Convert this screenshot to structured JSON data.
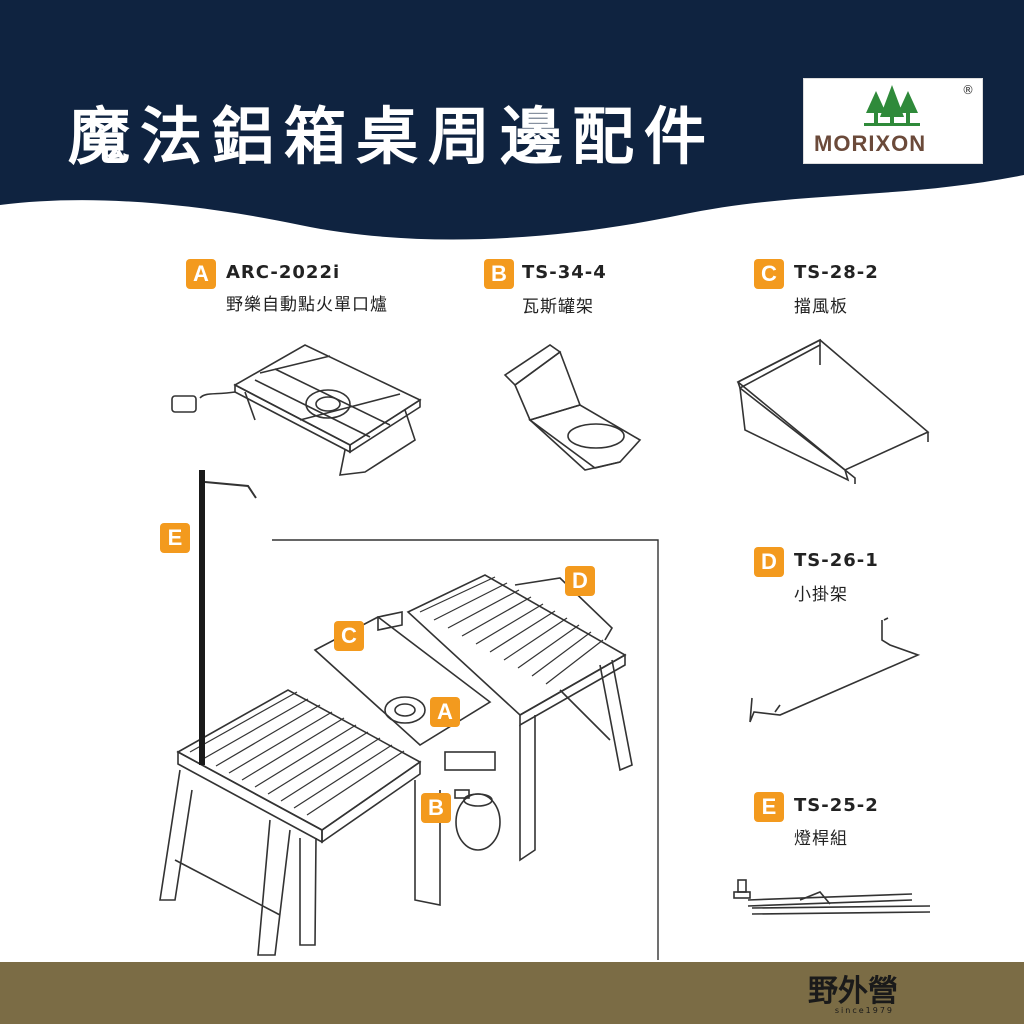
{
  "header": {
    "title": "魔法鋁箱桌周邊配件",
    "brand": "MORIXON",
    "brand_mark": "®",
    "bg_color": "#0f2340"
  },
  "accessories": [
    {
      "letter": "A",
      "code": "ARC-2022i",
      "name": "野樂自動點火單口爐"
    },
    {
      "letter": "B",
      "code": "TS-34-4",
      "name": "瓦斯罐架"
    },
    {
      "letter": "C",
      "code": "TS-28-2",
      "name": "擋風板"
    },
    {
      "letter": "D",
      "code": "TS-26-1",
      "name": "小掛架"
    },
    {
      "letter": "E",
      "code": "TS-25-2",
      "name": "燈桿組"
    }
  ],
  "callouts": {
    "a": "A",
    "b": "B",
    "c": "C",
    "d": "D",
    "e": "E"
  },
  "footer": {
    "logo": "野外營",
    "since": "since1979",
    "bg_color": "#7b6c45"
  },
  "colors": {
    "badge": "#f39a1e"
  }
}
